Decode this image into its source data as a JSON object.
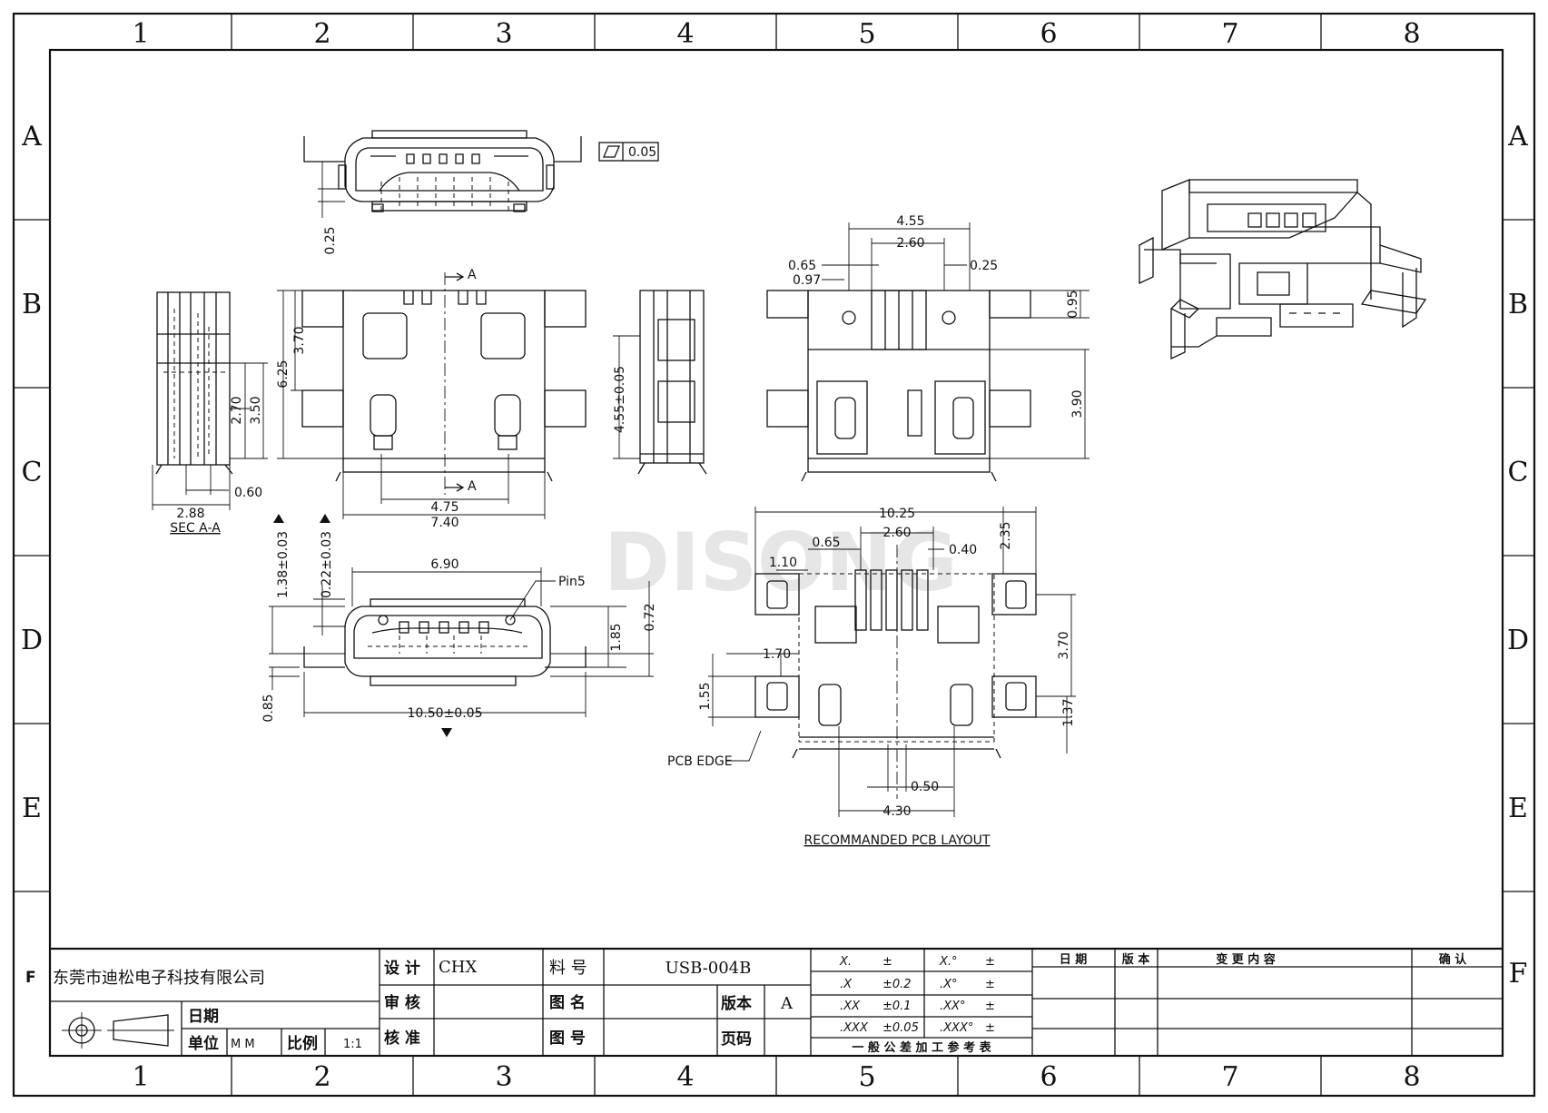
{
  "watermark": "DISONG",
  "grid": {
    "columns": [
      "1",
      "2",
      "3",
      "4",
      "5",
      "6",
      "7",
      "8"
    ],
    "rows": [
      "A",
      "B",
      "C",
      "D",
      "E",
      "F"
    ]
  },
  "views": {
    "top_flatness": {
      "value": "0.05",
      "dim": "0.25"
    },
    "section": {
      "label": "SEC A-A",
      "dims": [
        "2.88",
        "0.60",
        "2.70",
        "3.50"
      ]
    },
    "front": {
      "dims": [
        "6.25",
        "3.70",
        "4.75",
        "7.40"
      ],
      "cut_label": "A"
    },
    "side": {
      "dims": [
        "4.55±0.05"
      ]
    },
    "rear": {
      "dims": [
        "4.55",
        "2.60",
        "0.65",
        "0.97",
        "0.25",
        "0.95",
        "3.90"
      ]
    },
    "end": {
      "dims": [
        "6.90",
        "1.38±0.03",
        "0.22±0.03",
        "1.85",
        "0.72",
        "0.85",
        "10.50±0.05"
      ],
      "pin_label": "Pin5"
    },
    "pcb": {
      "dims": [
        "10.25",
        "0.65",
        "2.60",
        "0.40",
        "2.35",
        "1.10",
        "3.70",
        "1.70",
        "1.55",
        "1.37",
        "0.50",
        "4.30"
      ],
      "edge_label": "PCB EDGE",
      "caption": "RECOMMANDED PCB LAYOUT"
    }
  },
  "title_block": {
    "company": "东莞市迪松电子科技有限公司",
    "row_label": "F",
    "date_label": "日期",
    "unit_label": "单位",
    "unit_value": "M M",
    "scale_label": "比例",
    "scale_value": "1:1",
    "design_label": "设 计",
    "design_value": "CHX",
    "review_label": "审 核",
    "approve_label": "核 准",
    "material_label": "料 号",
    "material_value": "USB-004B",
    "drawing_name_label": "图 名",
    "drawing_no_label": "图 号",
    "version_label": "版本",
    "version_value": "A",
    "page_label": "页码",
    "tolerance": {
      "rows": [
        [
          "X.",
          "±",
          "X.°",
          "±"
        ],
        [
          ".X",
          "±0.2",
          ".X°",
          "±"
        ],
        [
          ".XX",
          "±0.1",
          ".XX°",
          "±"
        ],
        [
          ".XXX",
          "±0.05",
          ".XXX°",
          "±"
        ]
      ],
      "caption": "一 般 公 差 加 工 参 考 表"
    },
    "revision_headers": [
      "日 期",
      "版 本",
      "变 更 内 容",
      "确 认"
    ]
  }
}
